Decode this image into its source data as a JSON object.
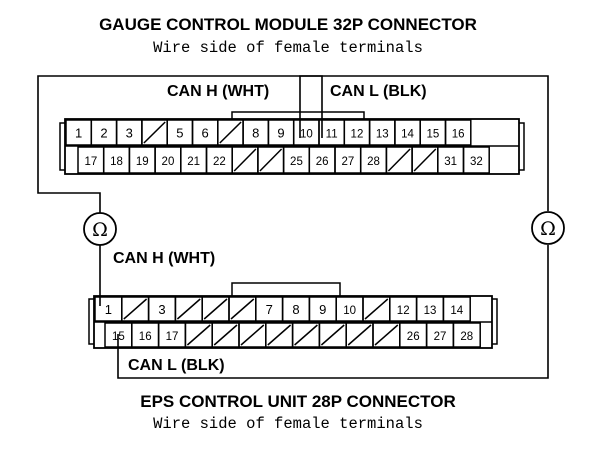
{
  "gauge_connector": {
    "title": "GAUGE CONTROL MODULE 32P CONNECTOR",
    "subtitle": "Wire side of female terminals",
    "can_h_label": "CAN H (WHT)",
    "can_l_label": "CAN L (BLK)",
    "row1": [
      "1",
      "2",
      "3",
      "",
      "5",
      "6",
      "",
      "8",
      "9",
      "10",
      "11",
      "12",
      "13",
      "14",
      "15",
      "16"
    ],
    "row2": [
      "17",
      "18",
      "19",
      "20",
      "21",
      "22",
      "",
      "",
      "25",
      "26",
      "27",
      "28",
      "",
      "",
      "31",
      "32"
    ]
  },
  "eps_connector": {
    "title": "EPS CONTROL UNIT 28P CONNECTOR",
    "subtitle": "Wire side of female terminals",
    "can_h_label": "CAN H (WHT)",
    "can_l_label": "CAN L (BLK)",
    "row1": [
      "1",
      "",
      "3",
      "",
      "",
      "",
      "7",
      "8",
      "9",
      "10",
      "",
      "12",
      "13",
      "14"
    ],
    "row2": [
      "15",
      "16",
      "17",
      "",
      "",
      "",
      "",
      "",
      "",
      "",
      "",
      "26",
      "27",
      "28"
    ]
  },
  "meters": {
    "left_symbol": "Ω",
    "right_symbol": "Ω"
  }
}
